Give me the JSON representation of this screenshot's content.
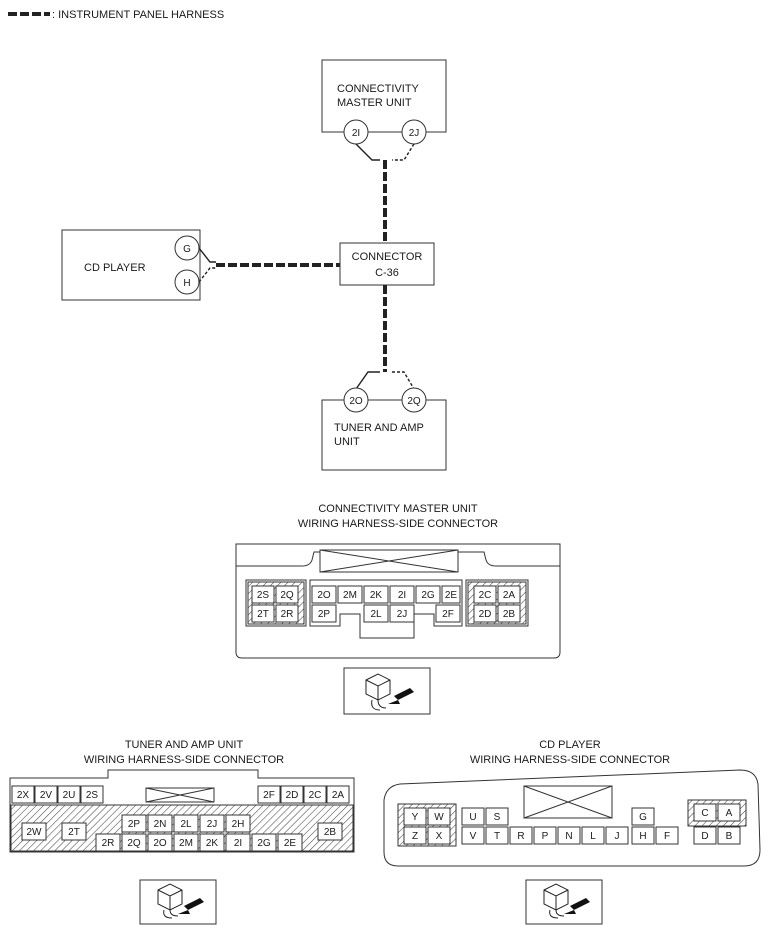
{
  "legend": {
    "text": ": INSTRUMENT PANEL HARNESS"
  },
  "wiring": {
    "connectivity_master": {
      "line1": "CONNECTIVITY",
      "line2": "MASTER UNIT",
      "pins": [
        "2I",
        "2J"
      ]
    },
    "cd_player": {
      "label": "CD PLAYER",
      "pins": [
        "G",
        "H"
      ]
    },
    "connector": {
      "line1": "CONNECTOR",
      "line2": "C-36"
    },
    "tuner_amp": {
      "line1": "TUNER AND AMP",
      "line2": "UNIT",
      "pins": [
        "2O",
        "2Q"
      ]
    }
  },
  "cmu_connector": {
    "title1": "CONNECTIVITY MASTER UNIT",
    "title2": "WIRING HARNESS-SIDE CONNECTOR",
    "cells": [
      "2S",
      "2Q",
      "2T",
      "2R",
      "2O",
      "2M",
      "2K",
      "2I",
      "2G",
      "2E",
      "2P",
      "2L",
      "2J",
      "2F",
      "2C",
      "2A",
      "2D",
      "2B"
    ]
  },
  "tuner_connector": {
    "title1": "TUNER AND AMP UNIT",
    "title2": "WIRING HARNESS-SIDE CONNECTOR",
    "cells": [
      "2X",
      "2V",
      "2U",
      "2S",
      "2F",
      "2D",
      "2C",
      "2A",
      "2W",
      "2T",
      "2P",
      "2N",
      "2L",
      "2J",
      "2H",
      "2B",
      "2R",
      "2Q",
      "2O",
      "2M",
      "2K",
      "2I",
      "2G",
      "2E"
    ]
  },
  "cd_connector": {
    "title1": "CD PLAYER",
    "title2": "WIRING HARNESS-SIDE CONNECTOR",
    "cells": [
      "Y",
      "W",
      "Z",
      "X",
      "U",
      "S",
      "V",
      "T",
      "R",
      "P",
      "N",
      "L",
      "J",
      "G",
      "H",
      "F",
      "C",
      "A",
      "D",
      "B"
    ]
  }
}
